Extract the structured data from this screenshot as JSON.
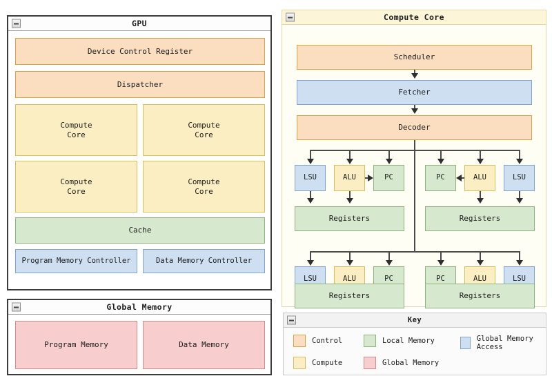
{
  "palette": {
    "control": "#fbddc0",
    "compute": "#fbeec2",
    "local_memory": "#d6e8cd",
    "global_memory": "#f7cdcd",
    "global_memory_access": "#cfdff2"
  },
  "gpu_panel": {
    "title": "GPU",
    "collapse_icon": "minus-box-icon",
    "device_control_register": "Device Control Register",
    "dispatcher": "Dispatcher",
    "compute_cores": [
      "Compute\nCore",
      "Compute\nCore",
      "Compute\nCore",
      "Compute\nCore"
    ],
    "cache": "Cache",
    "program_memory_controller": "Program Memory Controller",
    "data_memory_controller": "Data Memory Controller"
  },
  "global_memory_panel": {
    "title": "Global Memory",
    "collapse_icon": "minus-box-icon",
    "program_memory": "Program Memory",
    "data_memory": "Data Memory"
  },
  "compute_core_panel": {
    "title": "Compute Core",
    "collapse_icon": "minus-box-icon",
    "scheduler": "Scheduler",
    "fetcher": "Fetcher",
    "decoder": "Decoder",
    "thread_blocks": [
      {
        "units": [
          "LSU",
          "ALU",
          "PC"
        ],
        "registers": "Registers"
      },
      {
        "units": [
          "PC",
          "ALU",
          "LSU"
        ],
        "registers": "Registers"
      },
      {
        "units": [
          "LSU",
          "ALU",
          "PC"
        ],
        "registers": "Registers"
      },
      {
        "units": [
          "PC",
          "ALU",
          "LSU"
        ],
        "registers": "Registers"
      }
    ]
  },
  "key_panel": {
    "title": "Key",
    "collapse_icon": "minus-box-icon",
    "entries": [
      {
        "label": "Control",
        "color": "#fbddc0"
      },
      {
        "label": "Local Memory",
        "color": "#d6e8cd"
      },
      {
        "label": "Global Memory Access",
        "color": "#cfdff2"
      },
      {
        "label": "Compute",
        "color": "#fbeec2"
      },
      {
        "label": "Global Memory",
        "color": "#f7cdcd"
      }
    ]
  }
}
